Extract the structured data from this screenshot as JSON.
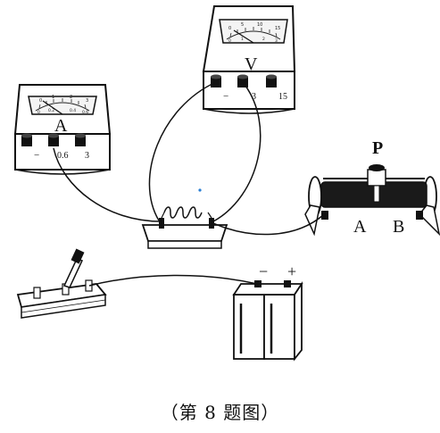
{
  "ammeter": {
    "symbol": "A",
    "scale_top": [
      "0",
      "1",
      "2",
      "3"
    ],
    "scale_bottom": [
      "0",
      "0.2",
      "0.4",
      "0.6"
    ],
    "terminals": [
      "−",
      "0.6",
      "3"
    ]
  },
  "voltmeter": {
    "symbol": "V",
    "scale_top": [
      "0",
      "5",
      "10",
      "15"
    ],
    "scale_bottom": [
      "0",
      "1",
      "2",
      "3"
    ],
    "terminals": [
      "−",
      "3",
      "15"
    ]
  },
  "rheostat": {
    "slider_label": "P",
    "end_a": "A",
    "end_b": "B"
  },
  "battery": {
    "neg": "−",
    "pos": "+"
  },
  "caption": "（第 8 题图）"
}
